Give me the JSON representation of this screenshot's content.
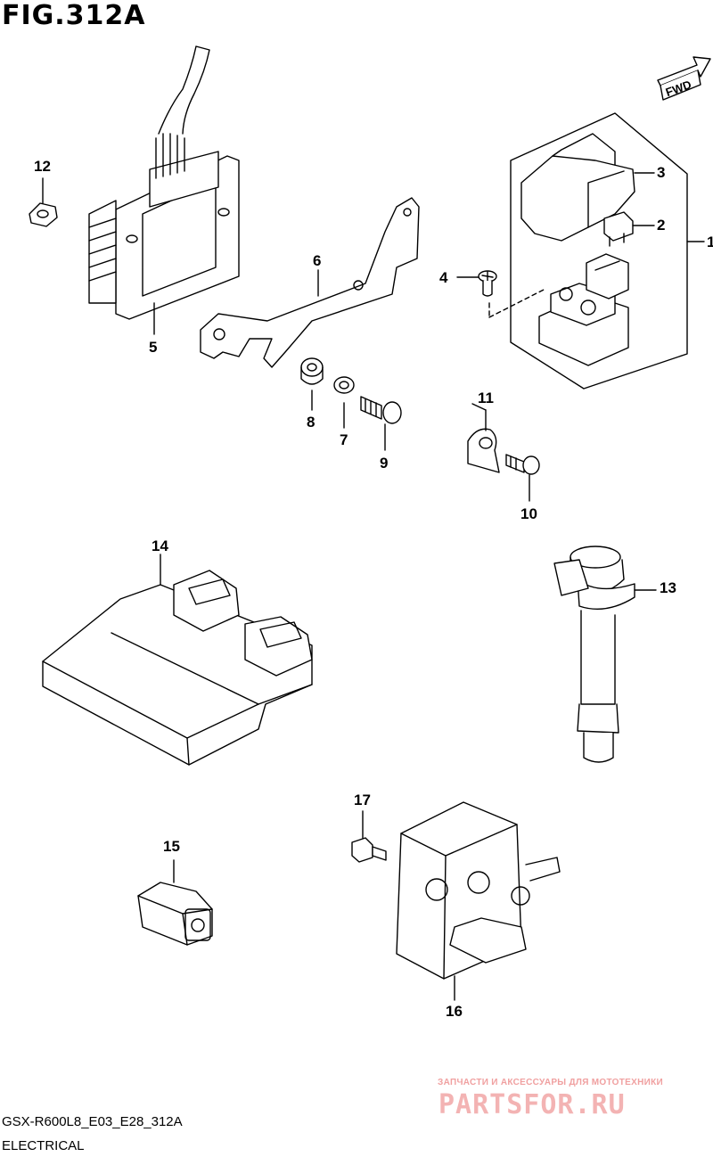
{
  "figure": {
    "title": "FIG.312A",
    "model_code": "GSX-R600L8_E03_E28_312A",
    "section_name": "ELECTRICAL",
    "direction_label": "FWD"
  },
  "callouts": [
    {
      "id": "1",
      "label": "1"
    },
    {
      "id": "2",
      "label": "2"
    },
    {
      "id": "3",
      "label": "3"
    },
    {
      "id": "4",
      "label": "4"
    },
    {
      "id": "5",
      "label": "5"
    },
    {
      "id": "6",
      "label": "6"
    },
    {
      "id": "7",
      "label": "7"
    },
    {
      "id": "8",
      "label": "8"
    },
    {
      "id": "9",
      "label": "9"
    },
    {
      "id": "10",
      "label": "10"
    },
    {
      "id": "11",
      "label": "11"
    },
    {
      "id": "12",
      "label": "12"
    },
    {
      "id": "13",
      "label": "13"
    },
    {
      "id": "14",
      "label": "14"
    },
    {
      "id": "15",
      "label": "15"
    },
    {
      "id": "16",
      "label": "16"
    },
    {
      "id": "17",
      "label": "17"
    }
  ],
  "watermark": {
    "tagline": "ЗАПЧАСТИ И АКСЕССУАРЫ ДЛЯ МОТОТЕХНИКИ",
    "logo": "PARTSFOR.RU",
    "color": "#f0a0a0"
  }
}
